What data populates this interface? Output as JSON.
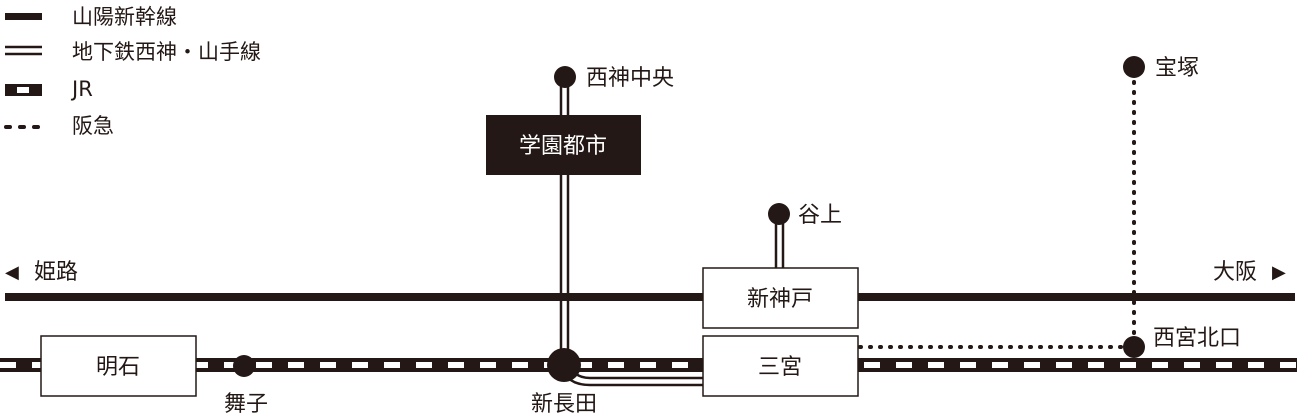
{
  "legend": [
    {
      "label": "山陽新幹線",
      "style": "solid-thick"
    },
    {
      "label": "地下鉄西神・山手線",
      "style": "double"
    },
    {
      "label": "JR",
      "style": "dashed-bar"
    },
    {
      "label": "阪急",
      "style": "dotted"
    }
  ],
  "directions": {
    "west": {
      "label": "姫路",
      "arrow": "◀"
    },
    "east": {
      "label": "大阪",
      "arrow": "▶"
    }
  },
  "stations": {
    "seishin_chuo": "西神中央",
    "gakuen_toshi": "学園都市",
    "tanigami": "谷上",
    "shin_kobe": "新神戸",
    "sannomiya": "三宮",
    "akashi": "明石",
    "maiko": "舞子",
    "shin_nagata": "新長田",
    "takarazuka": "宝塚",
    "nishinomiya_kitaguchi": "西宮北口"
  },
  "colors": {
    "ink": "#231815",
    "box_dark": "#231815",
    "box_light_fill": "#ffffff",
    "box_dark_text": "#ffffff",
    "background": "#ffffff"
  }
}
